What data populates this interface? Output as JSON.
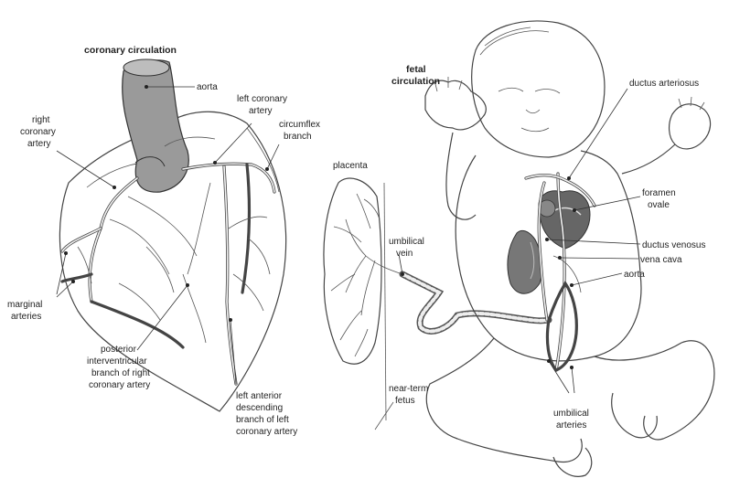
{
  "coronary": {
    "title": "coronary circulation",
    "labels": {
      "aorta": "aorta",
      "right_coronary": [
        "right",
        "coronary",
        "artery"
      ],
      "left_coronary": [
        "left coronary",
        "artery"
      ],
      "circumflex": [
        "circumflex",
        "branch"
      ],
      "marginal": [
        "marginal",
        "arteries"
      ],
      "posterior": [
        "posterior",
        "interventricular",
        "branch of right",
        "coronary artery"
      ],
      "lad": [
        "left anterior",
        "descending",
        "branch of left",
        "coronary artery"
      ]
    }
  },
  "fetal": {
    "title": [
      "fetal",
      "circulation"
    ],
    "labels": {
      "placenta": "placenta",
      "umbilical_vein": [
        "umbilical",
        "vein"
      ],
      "near_term": [
        "near-term",
        "fetus"
      ],
      "ductus_arteriosus": "ductus arteriosus",
      "foramen_ovale": [
        "foramen",
        "ovale"
      ],
      "ductus_venosus": "ductus venosus",
      "vena_cava": "vena cava",
      "aorta": "aorta",
      "umbilical_arteries": [
        "umbilical",
        "arteries"
      ]
    }
  },
  "colors": {
    "ink": "#222222",
    "aorta_fill": "#9a9a9a",
    "heart_dark": "#555555"
  }
}
